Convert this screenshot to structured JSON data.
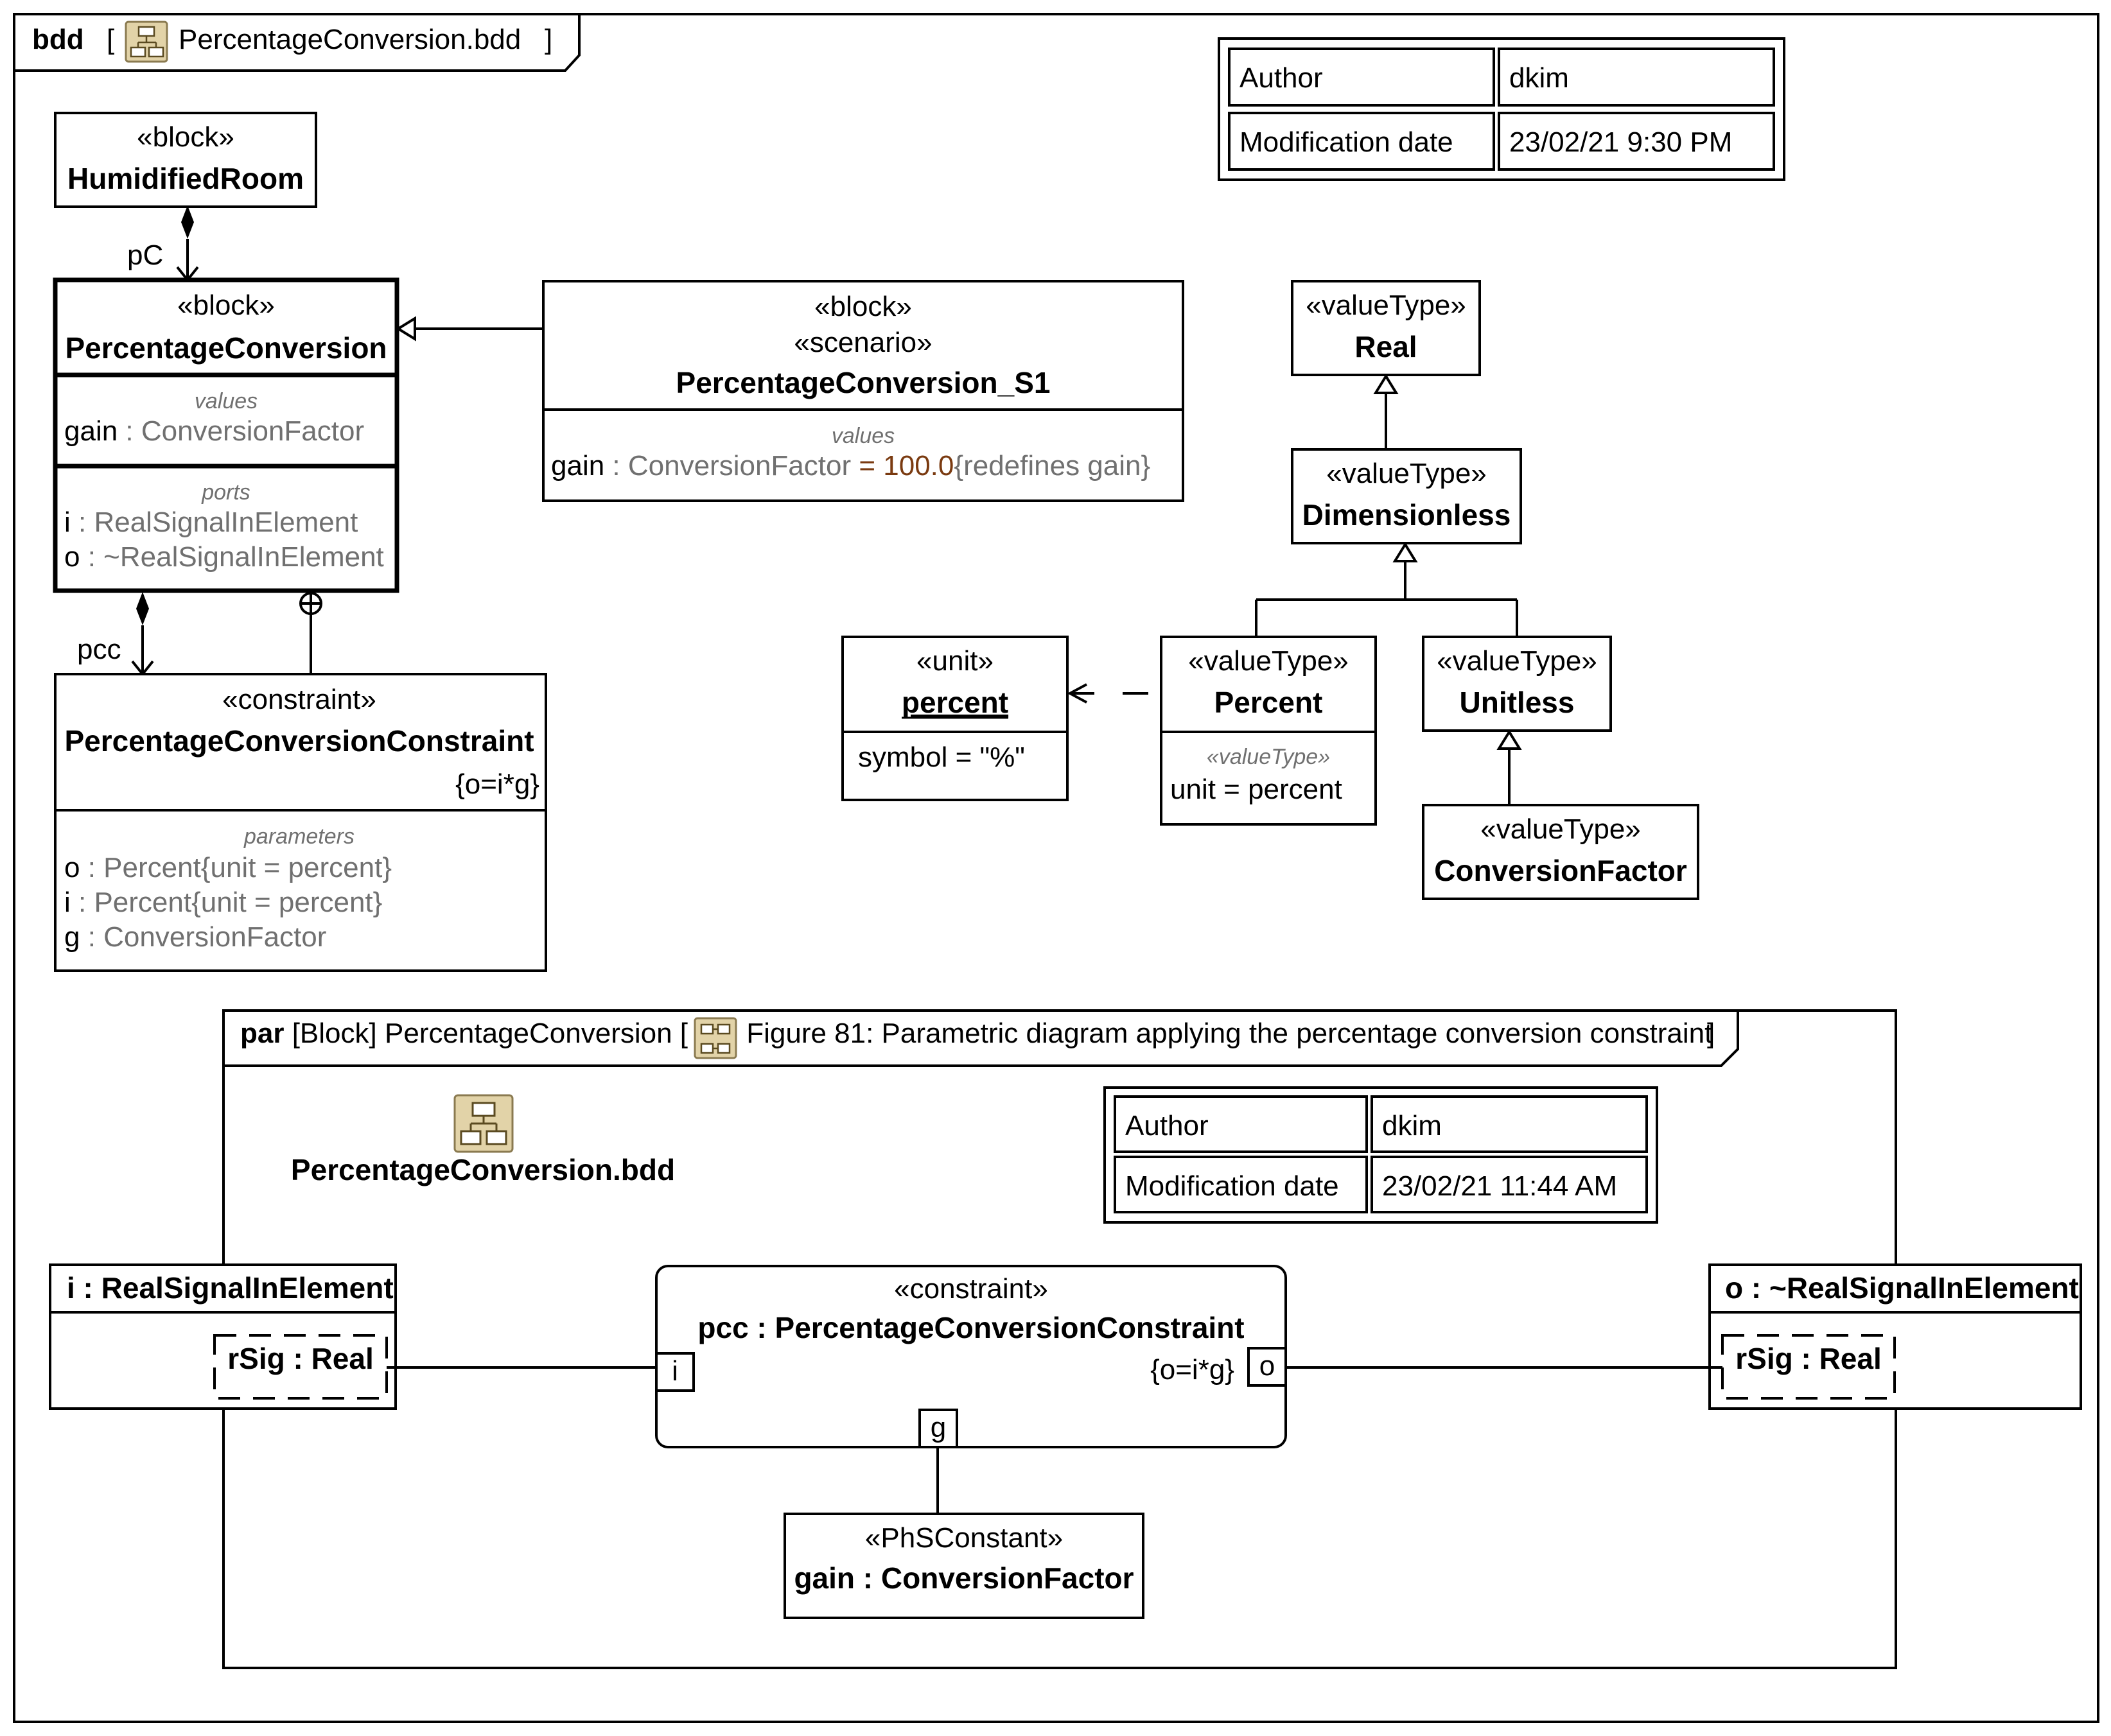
{
  "bdd_frame": {
    "kind": "bdd",
    "bracket_open": "[",
    "name": "PercentageConversion.bdd",
    "bracket_close": "]",
    "icon": "bdd-diagram-icon",
    "info_table": {
      "rows": [
        {
          "label": "Author",
          "value": "dkim"
        },
        {
          "label": "Modification date",
          "value": "23/02/21 9:30 PM"
        }
      ]
    }
  },
  "blocks": {
    "humidified_room": {
      "stereotype": "«block»",
      "name": "HumidifiedRoom"
    },
    "percentage_conversion": {
      "stereotype": "«block»",
      "name": "PercentageConversion",
      "values_title": "values",
      "values_lead": "gain",
      "values_rest": " : ConversionFactor",
      "ports_title": "ports",
      "port_i_lead": "i",
      "port_i_rest": " : RealSignalInElement",
      "port_o_lead": "o",
      "port_o_rest": " : ~RealSignalInElement"
    },
    "scenario": {
      "stereotype1": "«block»",
      "stereotype2": "«scenario»",
      "name": "PercentageConversion_S1",
      "values_title": "values",
      "attr_lead": "gain",
      "attr_type": " : ConversionFactor ",
      "attr_eq": "= ",
      "attr_val": "100.0",
      "attr_redef": "{redefines gain}"
    },
    "constraint": {
      "stereotype": "«constraint»",
      "name": "PercentageConversionConstraint",
      "expr": "{o=i*g}",
      "params_title": "parameters",
      "p1_lead": "o",
      "p1_type": " : Percent",
      "p1_tag": "{unit = percent}",
      "p2_lead": "i",
      "p2_type": " : Percent",
      "p2_tag": "{unit = percent}",
      "p3_lead": "g",
      "p3_type": " : ConversionFactor"
    },
    "real": {
      "stereotype": "«valueType»",
      "name": "Real"
    },
    "dimensionless": {
      "stereotype": "«valueType»",
      "name": "Dimensionless"
    },
    "percent_unit": {
      "stereotype": "«unit»",
      "name": "percent",
      "attr": "symbol = \"%\""
    },
    "percent_vt": {
      "stereotype": "«valueType»",
      "name": "Percent",
      "comp_title": "«valueType»",
      "attr": "unit = percent"
    },
    "unitless": {
      "stereotype": "«valueType»",
      "name": "Unitless"
    },
    "conversion_factor": {
      "stereotype": "«valueType»",
      "name": "ConversionFactor"
    }
  },
  "role_labels": {
    "pC": "pC",
    "pcc": "pcc"
  },
  "par_frame": {
    "kind": "par",
    "title_mid": " [Block] PercentageConversion [",
    "title_fig": " Figure 81: Parametric diagram applying the percentage conversion constraint",
    "title_end": "]",
    "icon": "par-diagram-icon",
    "diagram_link_label": "PercentageConversion.bdd",
    "info_table": {
      "rows": [
        {
          "label": "Author",
          "value": "dkim"
        },
        {
          "label": "Modification date",
          "value": "23/02/21 11:44 AM"
        }
      ]
    },
    "port_i": {
      "title": "i : RealSignalInElement",
      "inner": "rSig : Real"
    },
    "port_o": {
      "title": "o : ~RealSignalInElement",
      "inner": "rSig : Real"
    },
    "constraint_prop": {
      "stereotype": "«constraint»",
      "name": "pcc : PercentageConversionConstraint",
      "expr": "{o=i*g}",
      "param_i": "i",
      "param_o": "o",
      "param_g": "g"
    },
    "constant": {
      "stereotype": "«PhSConstant»",
      "name": "gain : ConversionFactor"
    }
  },
  "colors": {
    "line": "#000000",
    "muted_text": "#707070",
    "value_literal": "#7a3a10",
    "icon_fill": "#e2d3a8"
  }
}
